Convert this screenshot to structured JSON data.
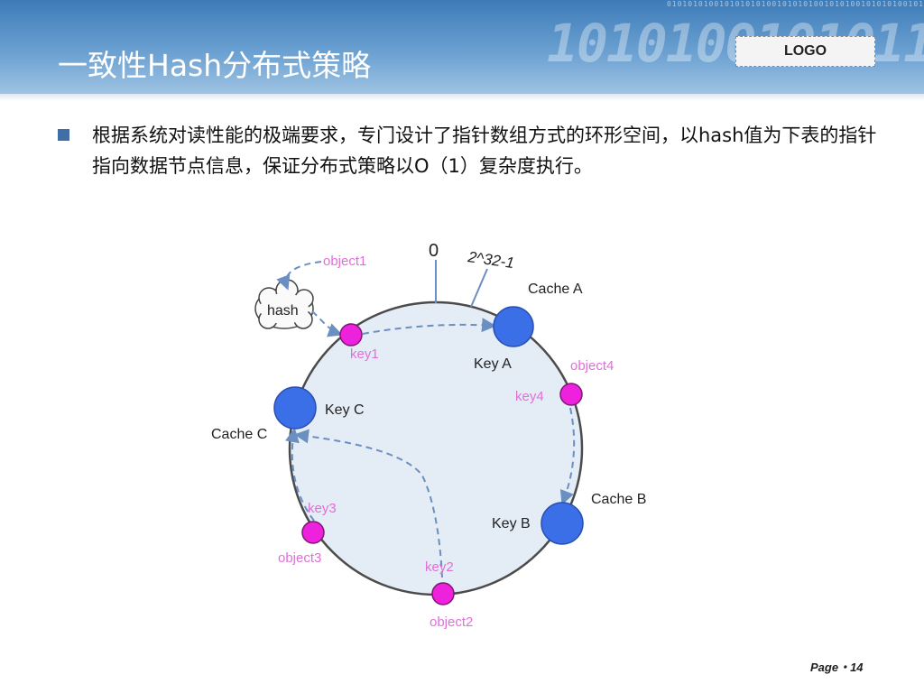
{
  "slide": {
    "title": "一致性Hash分布式策略",
    "logo": "LOGO",
    "bullet": "根据系统对读性能的极端要求，专门设计了指针数组方式的环形空间，以hash值为下表的指针指向数据节点信息，保证分布式策略以O（1）复杂度执行。",
    "page": "Page・14"
  },
  "diagram": {
    "ring_start_label": "0",
    "ring_end_label": "2^32-1",
    "hash_label": "hash",
    "caches": [
      {
        "name": "Cache A",
        "key": "Key A"
      },
      {
        "name": "Cache B",
        "key": "Key B"
      },
      {
        "name": "Cache C",
        "key": "Key C"
      }
    ],
    "objects": [
      {
        "object": "object1",
        "key": "key1"
      },
      {
        "object": "object2",
        "key": "key2"
      },
      {
        "object": "object3",
        "key": "key3"
      },
      {
        "object": "object4",
        "key": "key4"
      }
    ],
    "colors": {
      "cache_node": "#3b6fe8",
      "key_node": "#ee22dd",
      "ring_fill": "#e4ecf6",
      "label_pink": "#e070d8"
    }
  }
}
